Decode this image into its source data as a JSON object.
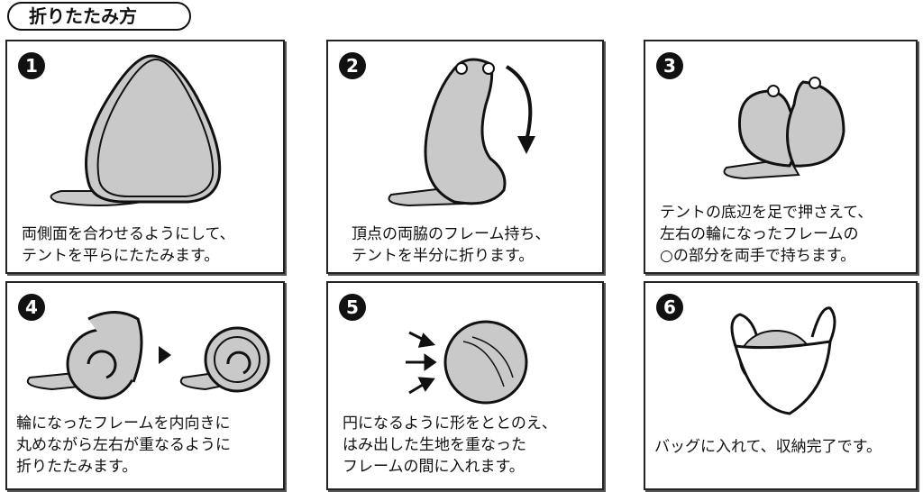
{
  "title": "折りたたみ方",
  "steps": [
    {
      "number": "1",
      "caption": "両側面を合わせるようにして、\nテントを平らにたたみます。"
    },
    {
      "number": "2",
      "caption": "頂点の両脇のフレーム持ち、\nテントを半分に折ります。"
    },
    {
      "number": "3",
      "caption": "テントの底辺を足で押さえて、\n左右の輪になったフレームの\n○の部分を両手で持ちます。"
    },
    {
      "number": "4",
      "caption": "輪になったフレームを内向きに\n丸めながら左右が重なるように\n折りたたみます。"
    },
    {
      "number": "5",
      "caption": "円になるように形をととのえ、\nはみ出した生地を重なった\nフレームの間に入れます。"
    },
    {
      "number": "6",
      "caption": "バッグに入れて、収納完了です。"
    }
  ],
  "colors": {
    "fill": "#c9c9c9",
    "line": "#111111"
  }
}
